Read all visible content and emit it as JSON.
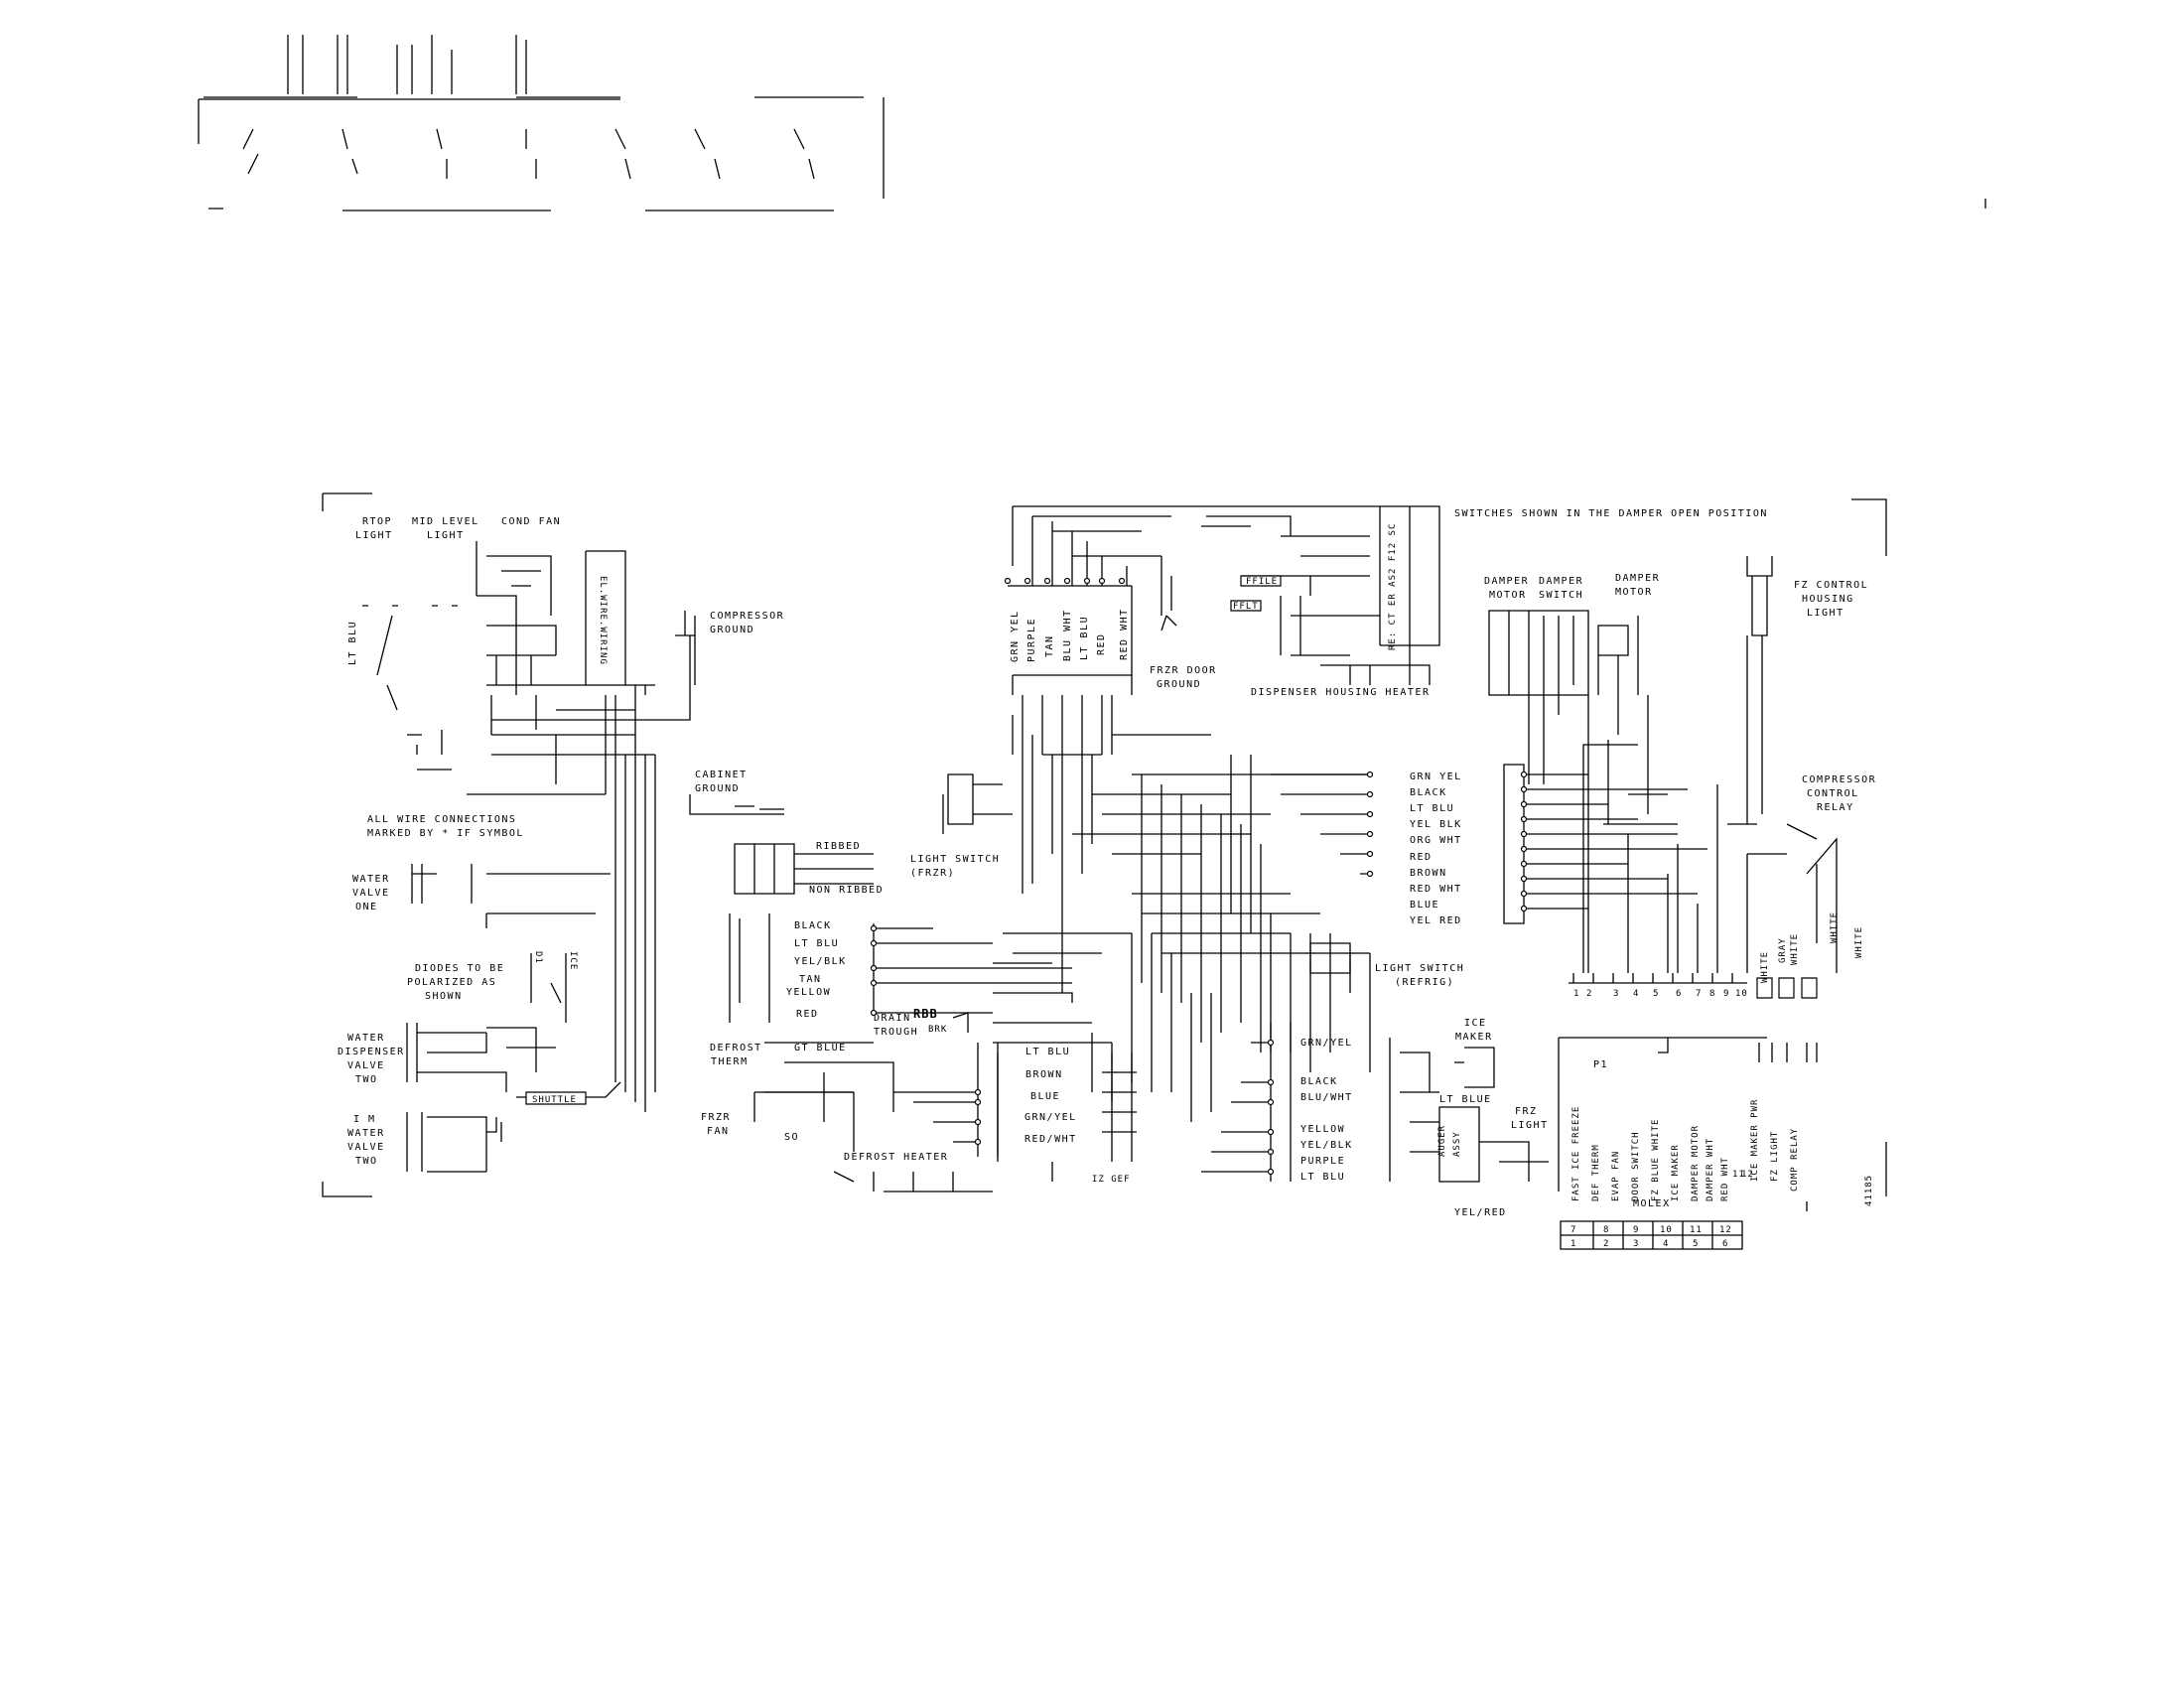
{
  "notes": {
    "switches": "SWITCHES SHOWN IN THE DAMPER OPEN POSITION",
    "all_wire": [
      "ALL WIRE CONNECTIONS",
      "MARKED BY * IF SYMBOL"
    ],
    "diodes": [
      "DIODES TO BE",
      "POLARIZED AS",
      "SHOWN"
    ],
    "part_no": "41185"
  },
  "loads": {
    "rtop_light": [
      "RTOP",
      "LIGHT"
    ],
    "mid_level_light": [
      "MID LEVEL",
      "LIGHT"
    ],
    "cond_fan": "COND FAN",
    "lt_blu": "LT BLU",
    "compressor_ground": [
      "COMPRESSOR",
      "GROUND"
    ],
    "cabinet_ground": [
      "CABINET",
      "GROUND"
    ],
    "water_valve": [
      "WATER",
      "VALVE",
      "ONE"
    ],
    "water_dispenser_valve": [
      "WATER",
      "DISPENSER",
      "VALVE",
      "TWO"
    ],
    "im_water_valve": [
      "I M",
      "WATER",
      "VALVE",
      "TWO"
    ],
    "defrost_therm": [
      "DEFROST",
      "THERM"
    ],
    "frzr_fan": [
      "FRZR",
      "FAN"
    ],
    "defrost_heater": "DEFROST HEATER",
    "drain_trough": [
      "DRAIN",
      "TROUGH"
    ],
    "light_switch_frzr": [
      "LIGHT SWITCH",
      "(FRZR)"
    ],
    "light_switch_refrig": [
      "LIGHT SWITCH",
      "(REFRIG)"
    ],
    "frzr_door_ground": [
      "FRZR DOOR",
      "GROUND"
    ],
    "dispenser_housing_heater": "DISPENSER HOUSING HEATER",
    "damper_motor": [
      "DAMPER",
      "MOTOR"
    ],
    "damper_switch": [
      "DAMPER",
      "SWITCH"
    ],
    "damper_motor_2": [
      "DAMPER",
      "MOTOR"
    ],
    "fz_control_light": [
      "FZ CONTROL",
      "HOUSING",
      "LIGHT"
    ],
    "compressor_control_relay": [
      "COMPRESSOR",
      "CONTROL",
      "RELAY"
    ],
    "ice_maker": [
      "ICE",
      "MAKER"
    ],
    "auger_assy": [
      "AUGER",
      "ASSY"
    ],
    "frz_light": [
      "FRZ",
      "LIGHT"
    ],
    "ribbed": "RIBBED",
    "non_ribbed": "NON RIBBED",
    "shuttle": "SHUTTLE"
  },
  "wire_groups": {
    "left_connector": [
      "BLACK",
      "LT BLU",
      "YEL/BLK",
      "TAN",
      "YELLOW",
      "RED"
    ],
    "top_connector": [
      "GRN YEL",
      "PURPLE",
      "TAN",
      "BLU WHT",
      "LT BLU",
      "RED",
      "RED WHT"
    ],
    "right_connector": [
      "GRN YEL",
      "BLACK",
      "LT BLU",
      "YEL BLK",
      "ORG WHT",
      "RED",
      "BROWN",
      "RED WHT",
      "BLUE",
      "YEL RED"
    ],
    "lower_connector": [
      "LT BLU",
      "BROWN",
      "BLUE",
      "GRN/YEL",
      "RED/WHT"
    ],
    "center_connector": [
      "GRN/YEL",
      "BLACK",
      "BLU/WHT",
      "YELLOW",
      "YEL/BLK",
      "PURPLE",
      "LT BLU"
    ],
    "gt_blue": "GT BLUE",
    "ice_lt_blue": "LT BLUE",
    "yel_red": "YEL/RED",
    "white_labels": [
      "WHITE",
      "GRAY",
      "WHITE",
      "WHITE",
      "WHITE"
    ]
  },
  "p1_board": {
    "label": "P1",
    "pins": [
      "1",
      "2",
      "3",
      "4",
      "5",
      "6",
      "7",
      "8",
      "9",
      "10",
      "11",
      "12"
    ],
    "functions": [
      "FAST ICE FREEZE",
      "DEF THERM",
      "EVAP FAN",
      "DOOR SWITCH",
      "FZ BLUE WHITE",
      "ICE MAKER",
      "DAMPER MOTOR",
      "DAMPER WHT",
      "RED WHT"
    ],
    "relays": [
      "ICE MAKER PWR",
      "FZ LIGHT",
      "COMP RELAY"
    ]
  },
  "molex": {
    "label": "MOLEX",
    "top": [
      "7",
      "8",
      "9",
      "10",
      "11",
      "12"
    ],
    "bottom": [
      "1",
      "2",
      "3",
      "4",
      "5",
      "6"
    ]
  }
}
